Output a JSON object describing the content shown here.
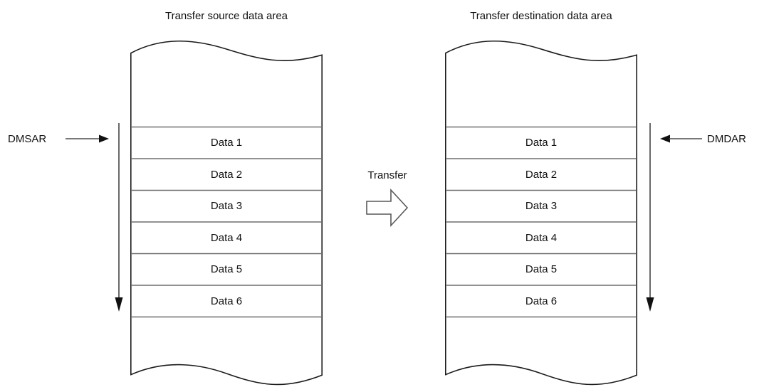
{
  "diagram": {
    "source_area": {
      "title": "Transfer source data area",
      "register_label": "DMSAR",
      "rows": [
        "Data 1",
        "Data 2",
        "Data 3",
        "Data 4",
        "Data 5",
        "Data 6"
      ]
    },
    "destination_area": {
      "title": "Transfer destination data area",
      "register_label": "DMDAR",
      "rows": [
        "Data 1",
        "Data 2",
        "Data 3",
        "Data 4",
        "Data 5",
        "Data 6"
      ]
    },
    "transfer": {
      "label": "Transfer"
    },
    "icons": {
      "source_pointer": "right-arrow-icon",
      "destination_pointer": "left-arrow-icon",
      "address_increment": "down-arrow-icon",
      "transfer": "block-right-arrow-icon"
    },
    "colors": {
      "outline": "#1a1a1a",
      "row_line": "#6e6e6e",
      "transfer_arrow_outline": "#595959",
      "text": "#111111",
      "background": "#ffffff"
    }
  }
}
